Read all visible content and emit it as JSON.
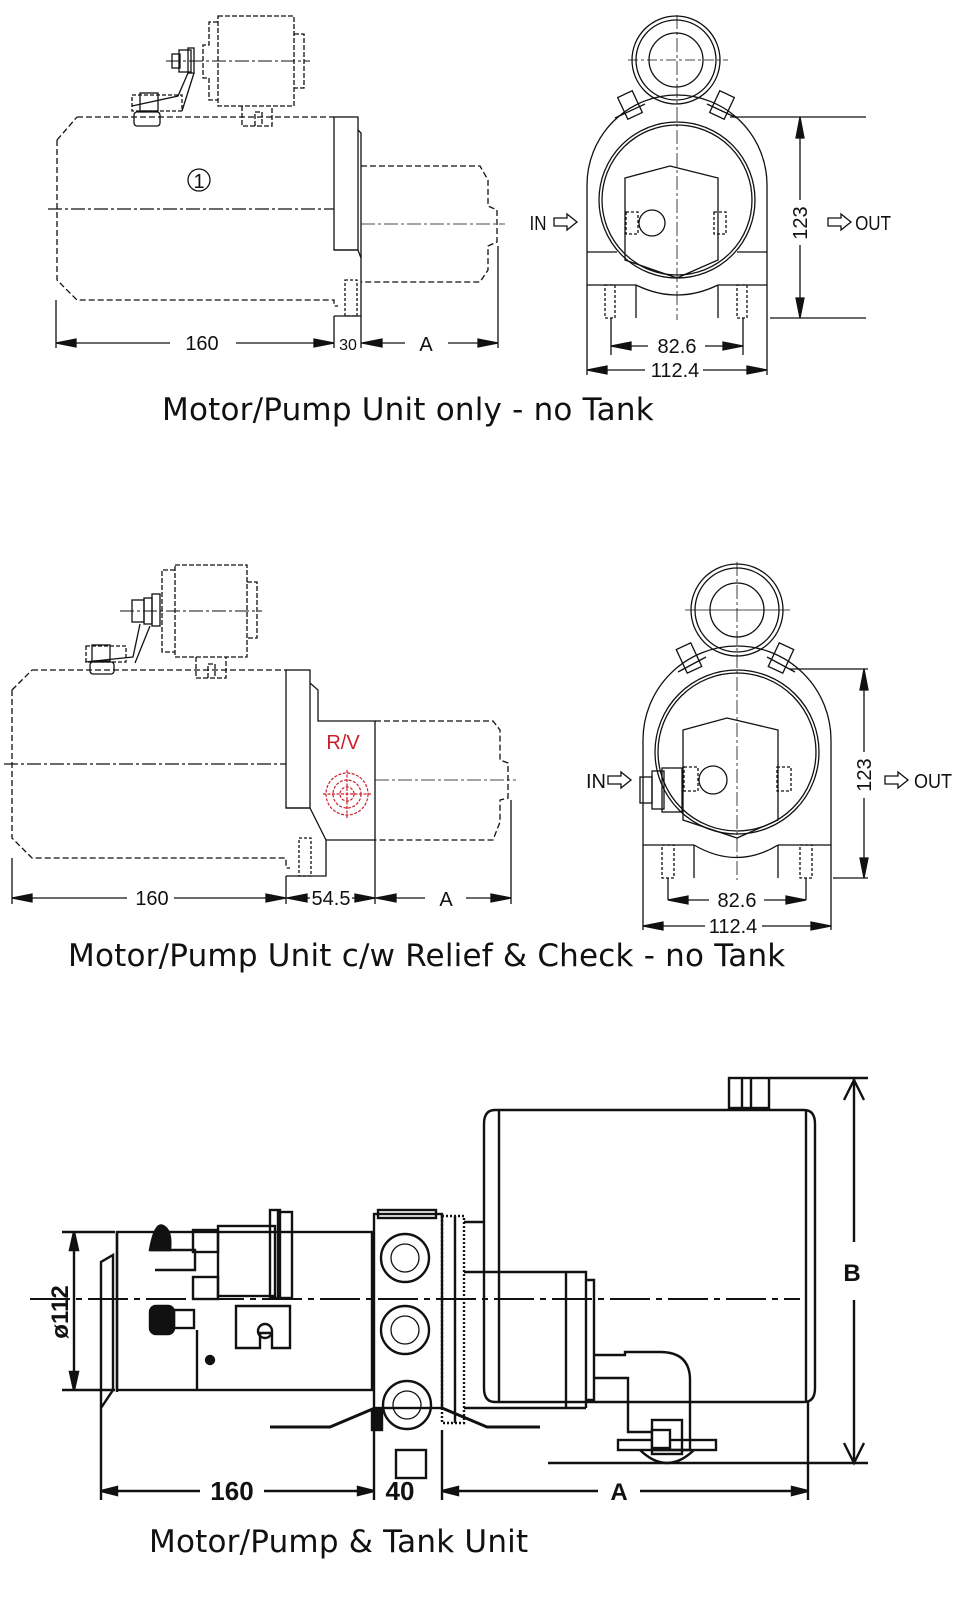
{
  "figures": [
    {
      "caption": "Motor/Pump Unit only - no Tank",
      "side_view": {
        "part_number": "1",
        "dims": {
          "motor_length": "160",
          "flange": "30",
          "pump": "A"
        }
      },
      "end_view": {
        "inlet_label": "IN",
        "outlet_label": "OUT",
        "dims": {
          "height": "123",
          "bolt_spacing": "82.6",
          "width": "112.4"
        }
      }
    },
    {
      "caption": "Motor/Pump Unit c/w Relief & Check - no Tank",
      "side_view": {
        "valve_label": "R/V",
        "dims": {
          "motor_length": "160",
          "valve_block": "54.5",
          "pump": "A"
        }
      },
      "end_view": {
        "inlet_label": "IN",
        "outlet_label": "OUT",
        "dims": {
          "height": "123",
          "bolt_spacing": "82.6",
          "width": "112.4"
        }
      }
    },
    {
      "caption": "Motor/Pump & Tank Unit",
      "side_view": {
        "dims": {
          "diameter": "ø112",
          "motor_length": "160",
          "manifold": "40",
          "tank_length": "A",
          "tank_height": "B"
        }
      }
    }
  ],
  "colors": {
    "line": "#111111",
    "valve": "#c8202a"
  }
}
